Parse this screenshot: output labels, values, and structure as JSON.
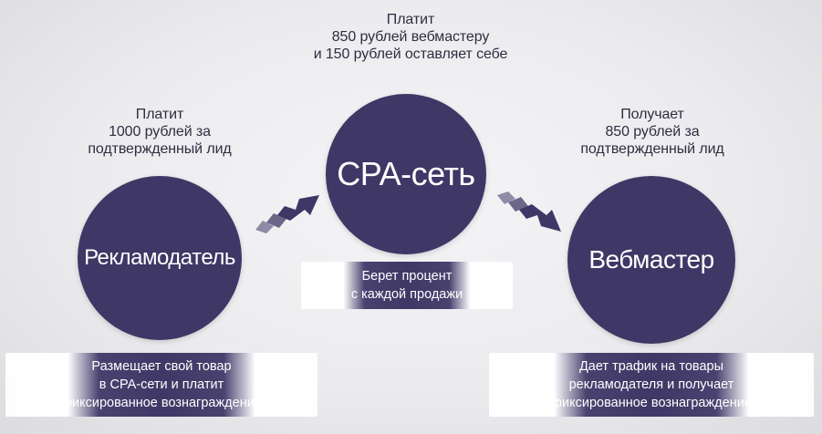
{
  "center": {
    "name": "CPA-сеть",
    "note": [
      "Платит",
      "850 рублей вебмастеру",
      "и 150 рублей оставляет себе"
    ],
    "box": [
      "Берет процент",
      "с каждой продажи"
    ]
  },
  "left": {
    "name": "Рекламодатель",
    "note": [
      "Платит",
      "1000 рублей за",
      "подтвержденный лид"
    ],
    "box": [
      "Размещает свой товар",
      "в CPA-сети и платит",
      "фиксированное вознаграждение"
    ]
  },
  "right": {
    "name": "Вебмастер",
    "note": [
      "Получает",
      "850 рублей за",
      "подтвержденный лид"
    ],
    "box": [
      "Дает трафик на товары",
      "рекламодателя и получает",
      "фиксированное вознаграждение"
    ]
  },
  "colors": {
    "circle": "#3f3765",
    "arrow": "#3f3765"
  }
}
